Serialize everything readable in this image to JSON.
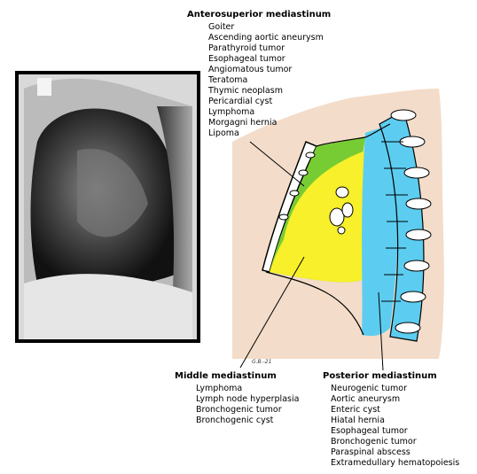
{
  "anterosuperior": {
    "title": "Anterosuperior mediastinum",
    "items": [
      "Goiter",
      "Ascending aortic aneurysm",
      "Parathyroid tumor",
      "Esophageal tumor",
      "Angiomatous tumor",
      "Teratoma",
      "Thymic neoplasm",
      "Pericardial cyst",
      "Lymphoma",
      "Morgagni hernia",
      "Lipoma"
    ]
  },
  "middle": {
    "title": "Middle mediastinum",
    "items": [
      "Lymphoma",
      "Lymph node hyperplasia",
      "Bronchogenic tumor",
      "Bronchogenic cyst"
    ]
  },
  "posterior": {
    "title": "Posterior mediastinum",
    "items": [
      "Neurogenic tumor",
      "Aortic aneurysm",
      "Enteric cyst",
      "Hiatal hernia",
      "Esophageal tumor",
      "Bronchogenic tumor",
      "Paraspinal abscess",
      "Extramedullary hematopoiesis"
    ]
  },
  "signature": "G.B.-21",
  "colors": {
    "anterior": "#77cc33",
    "middle": "#f7f02a",
    "posterior": "#5ccdf0",
    "skin": "#f3dcc9"
  }
}
